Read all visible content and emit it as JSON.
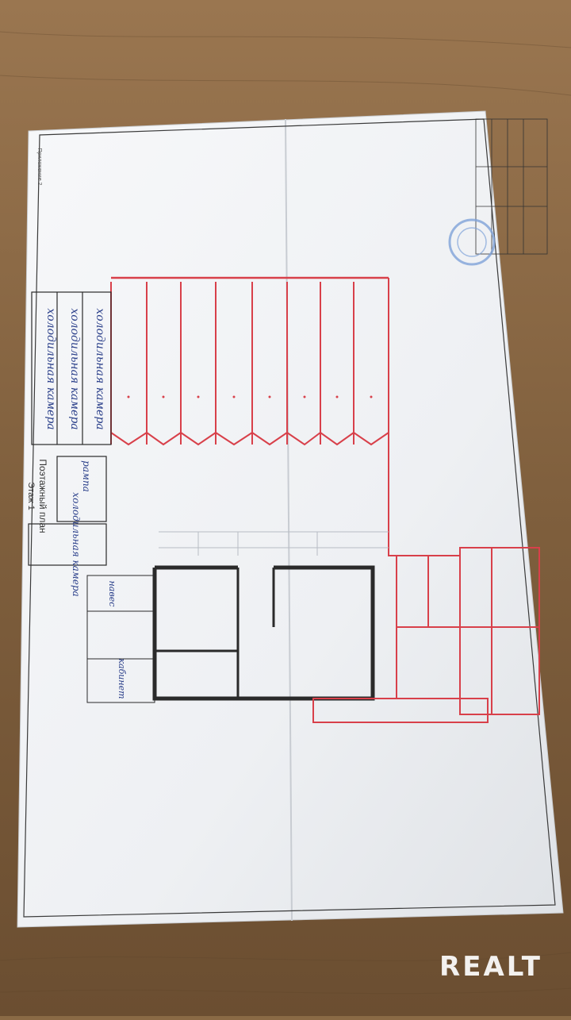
{
  "photo": {
    "subject": "floor plan document on wooden table",
    "colors": {
      "table": "#8a6a45",
      "paper": "#f1f2f4",
      "plan_red": "#d8404a",
      "plan_black": "#2a2a2a",
      "handwriting": "#2a3f8a",
      "stamp": "#7fa3d8"
    }
  },
  "plan": {
    "title": "Поэтажный план",
    "floor": "Этаж 1",
    "appendix": "Приложение 2",
    "handwritten": {
      "cold_chamber_1": "холодильная камера",
      "cold_chamber_2": "холодильная камера",
      "cold_chamber_3": "холодильная камера",
      "cold_chamber_4": "холодильная камера",
      "ramp": "рампа",
      "canopy": "навес",
      "office": "кабинет"
    }
  },
  "watermark": "REALT"
}
